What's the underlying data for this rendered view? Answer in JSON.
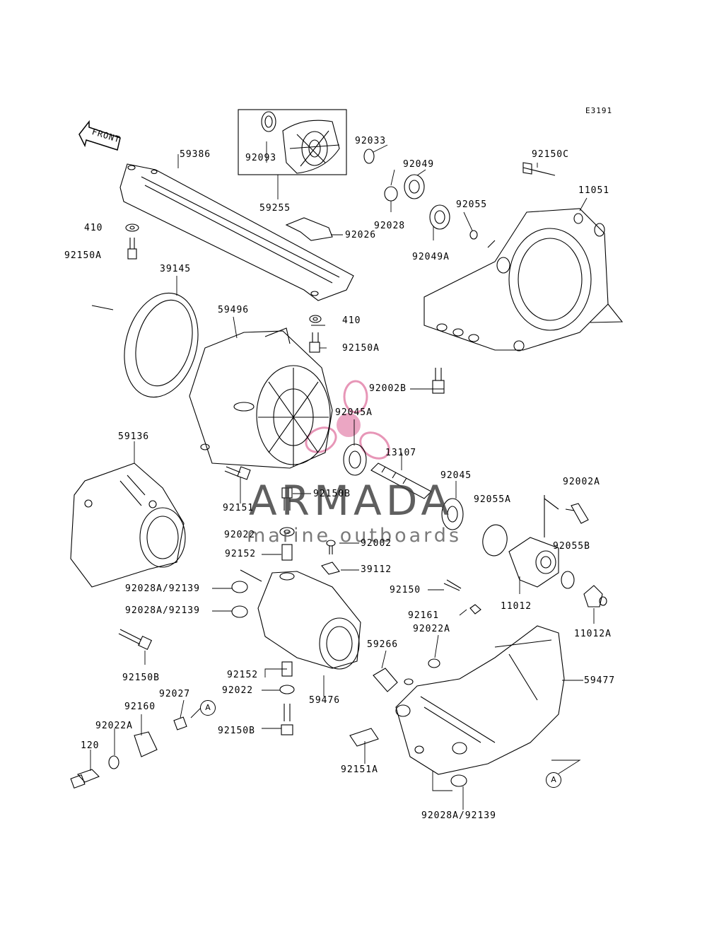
{
  "diagram_code": "E3191",
  "front_label": "FRONT",
  "watermark": {
    "title": "ARMADA",
    "subtitle": "marine outboards",
    "logo_color": "#e58bb0"
  },
  "callout_letter": "A",
  "labels": {
    "p59386": "59386",
    "p92093": "92093",
    "p92033": "92033",
    "p92049": "92049",
    "p921500": "92150C",
    "p11051": "11051",
    "p59255": "59255",
    "p92028": "92028",
    "p92055": "92055",
    "p410a": "410",
    "p92026": "92026",
    "p92150a1": "92150A",
    "p92049a": "92049A",
    "p39145": "39145",
    "p59496": "59496",
    "p410b": "410",
    "p92150a2": "92150A",
    "p92002b": "92002B",
    "p92045a": "92045A",
    "p59136": "59136",
    "p13107": "13107",
    "p92045": "92045",
    "p92055a": "92055A",
    "p92002a": "92002A",
    "p92151": "92151",
    "p92150b1": "92150B",
    "p92022a1": "92022",
    "p92002": "92002",
    "p92055b": "92055B",
    "p92152a": "92152",
    "p39112": "39112",
    "p92028a1": "92028A/92139",
    "p92150": "92150",
    "p11012": "11012",
    "p92028a2": "92028A/92139",
    "p92161": "92161",
    "p11012a": "11012A",
    "p92022a2": "92022A",
    "p59266": "59266",
    "p59477": "59477",
    "p92150b2": "92150B",
    "p92152b": "92152",
    "p92027": "92027",
    "p92022b": "92022",
    "p59476": "59476",
    "p92160": "92160",
    "p92022a3": "92022A",
    "p92150b3": "92150B",
    "p120": "120",
    "p92151a": "92151A",
    "p92028a3": "92028A/92139"
  }
}
